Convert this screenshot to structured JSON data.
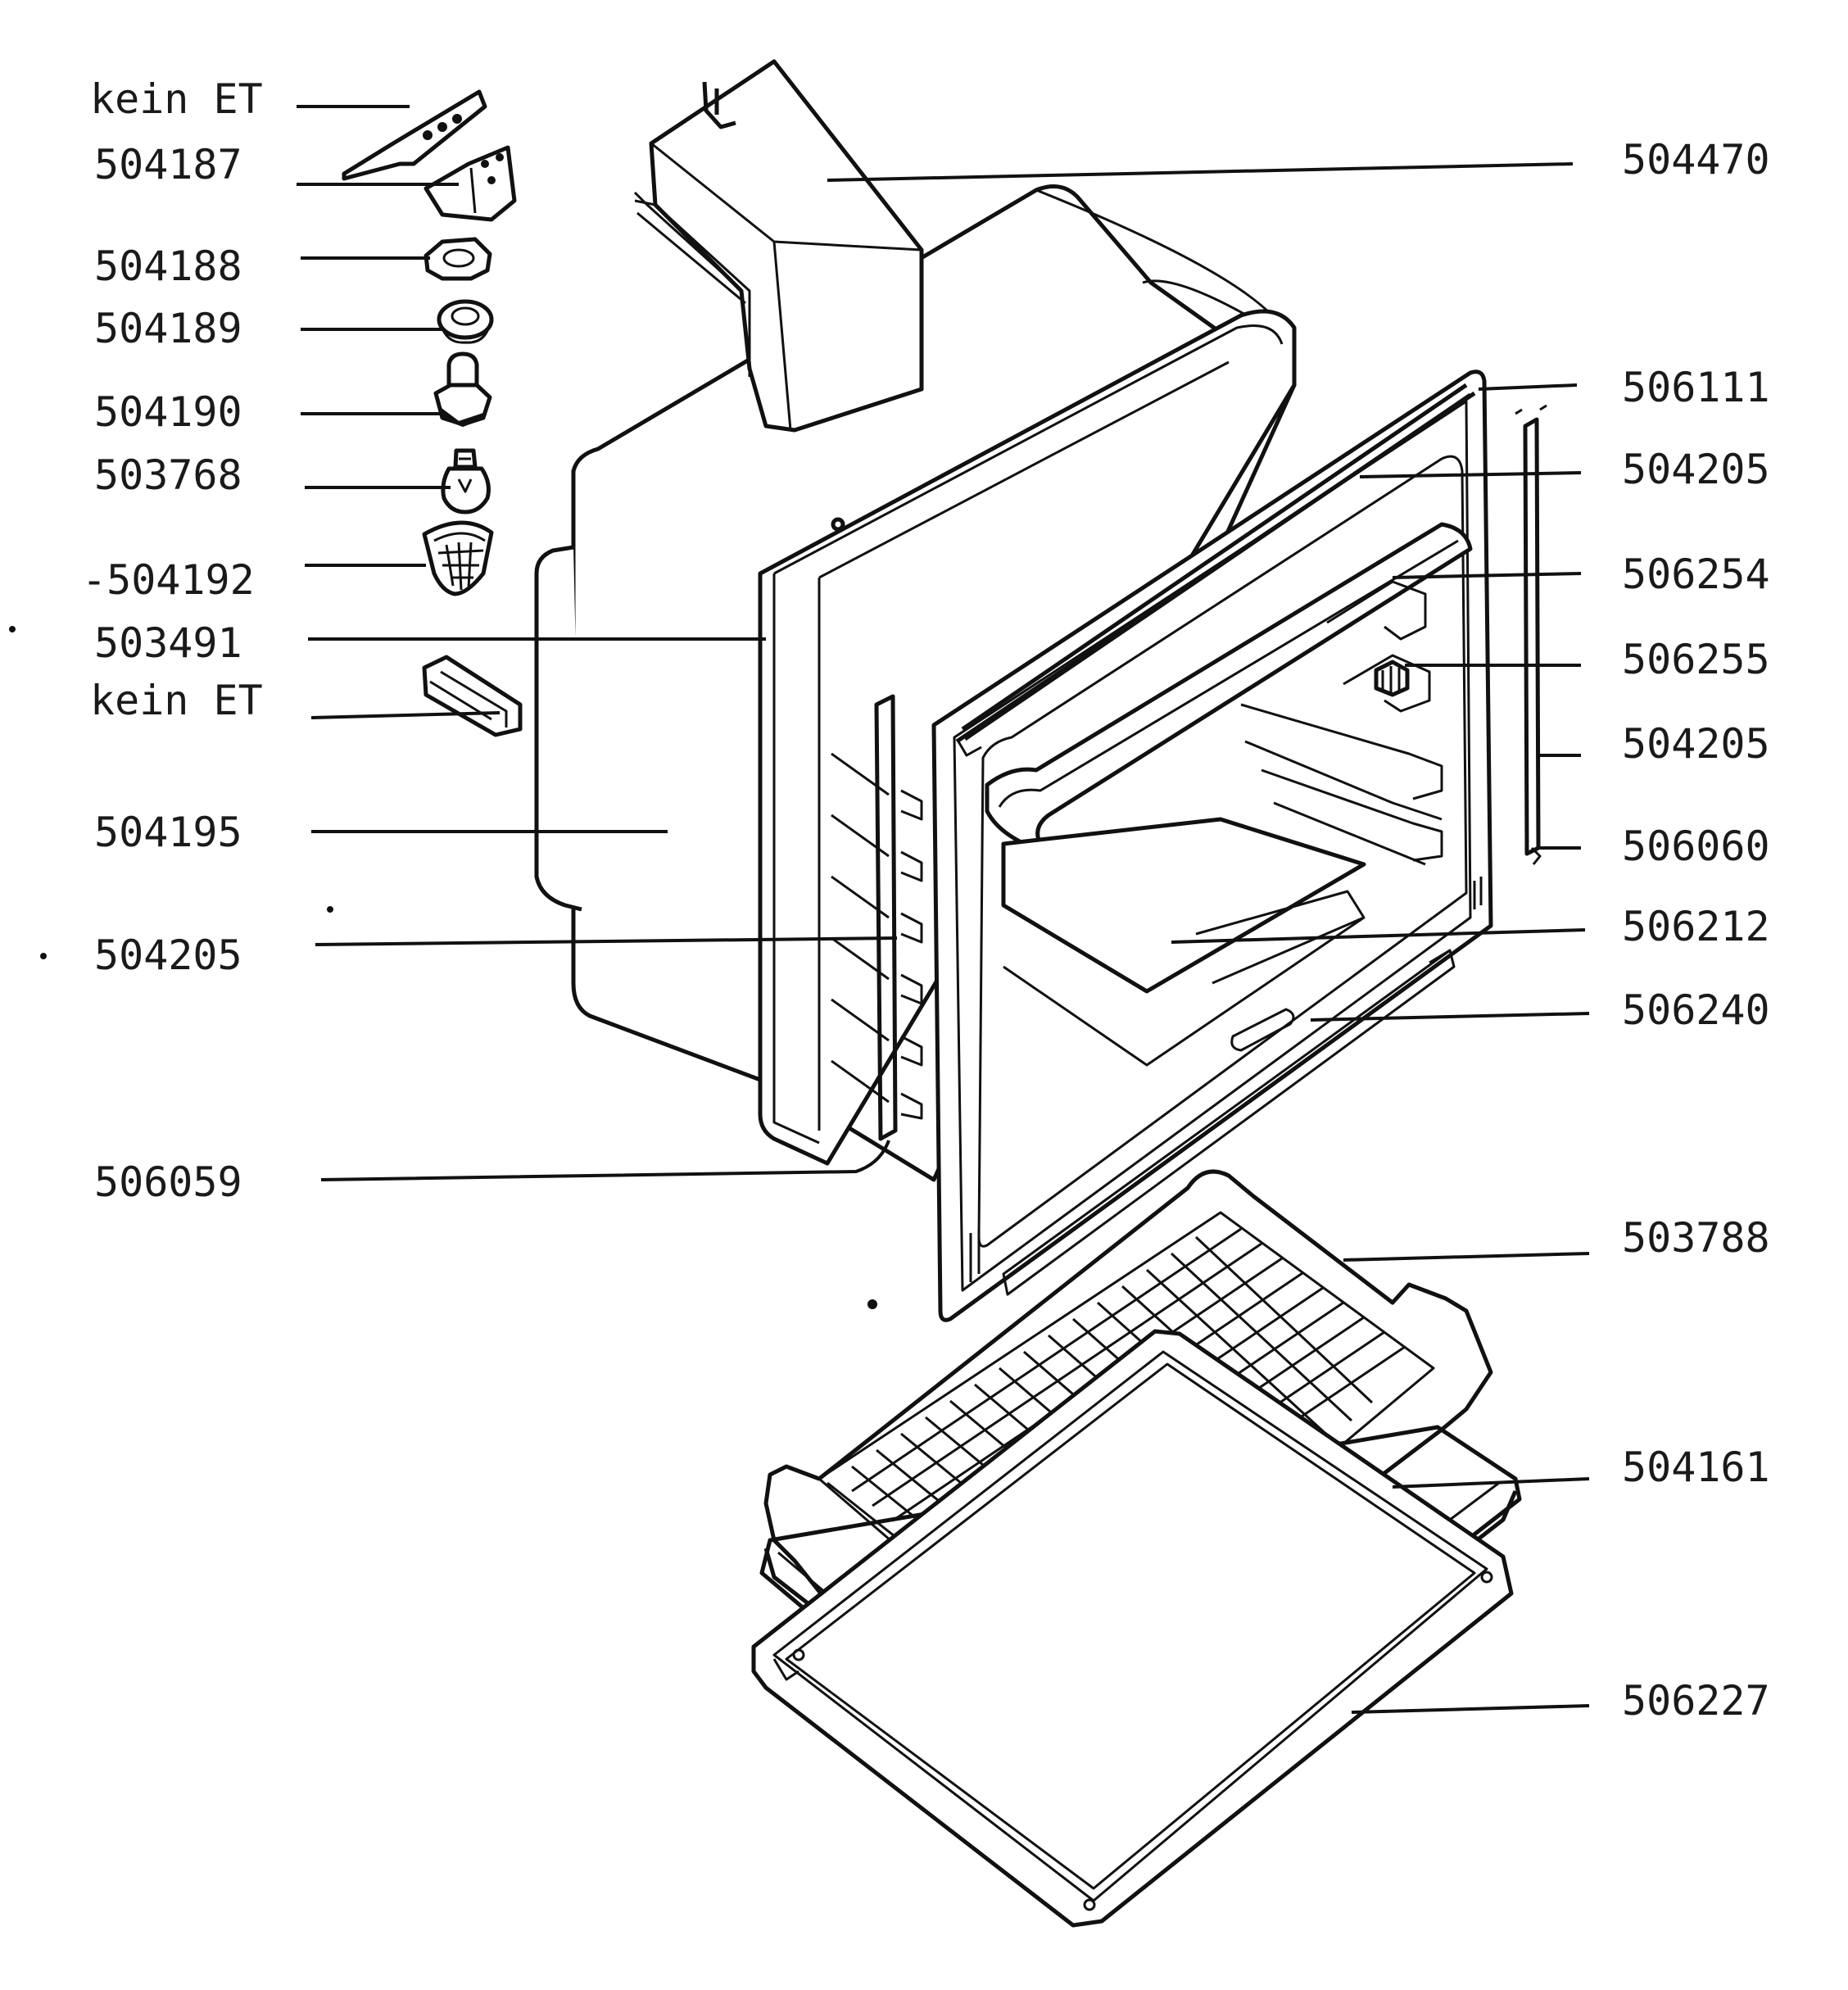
{
  "labels": {
    "l01": "kein ET",
    "l02": "504187",
    "l03": "504188",
    "l04": "504189",
    "l05": "504190",
    "l06": "503768",
    "l07": "-504192",
    "l08": "503491",
    "l09": "kein ET",
    "l10": "504195",
    "l11": "504205",
    "l12": "506059",
    "r01": "504470",
    "r02": "506111",
    "r03": "504205",
    "r04": "506254",
    "r05": "506255",
    "r06": "504205",
    "r07": "506060",
    "r08": "506212",
    "r09": "506240",
    "r10": "503788",
    "r11": "504161",
    "r12": "506227"
  }
}
